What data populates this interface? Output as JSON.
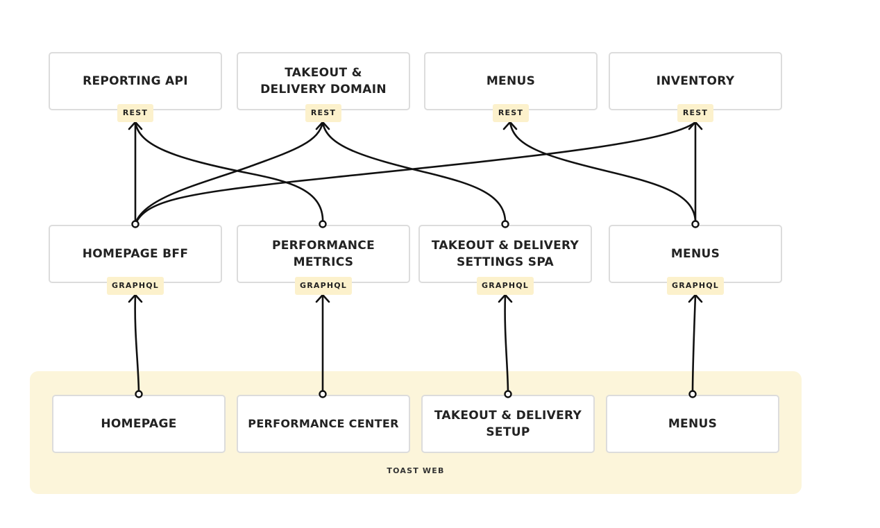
{
  "services": [
    {
      "label": "REPORTING API",
      "protocol": "REST"
    },
    {
      "label": "TAKEOUT & DELIVERY DOMAIN",
      "protocol": "REST"
    },
    {
      "label": "MENUS",
      "protocol": "REST"
    },
    {
      "label": "INVENTORY",
      "protocol": "REST"
    }
  ],
  "bffs": [
    {
      "label": "HOMEPAGE BFF",
      "protocol": "GRAPHQL"
    },
    {
      "label": "PERFORMANCE METRICS",
      "protocol": "GRAPHQL"
    },
    {
      "label": "TAKEOUT & DELIVERY SETTINGS SPA",
      "protocol": "GRAPHQL"
    },
    {
      "label": "MENUS",
      "protocol": "GRAPHQL"
    }
  ],
  "web_group": {
    "label": "TOAST WEB",
    "apps": [
      {
        "label": "HOMEPAGE"
      },
      {
        "label": "PERFORMANCE CENTER"
      },
      {
        "label": "TAKEOUT & DELIVERY SETUP"
      },
      {
        "label": "MENUS"
      }
    ]
  },
  "colors": {
    "group_background": "#fcf5da",
    "badge_background": "#fcf1cc",
    "node_border": "#dcdcdc",
    "edge": "#111111"
  }
}
